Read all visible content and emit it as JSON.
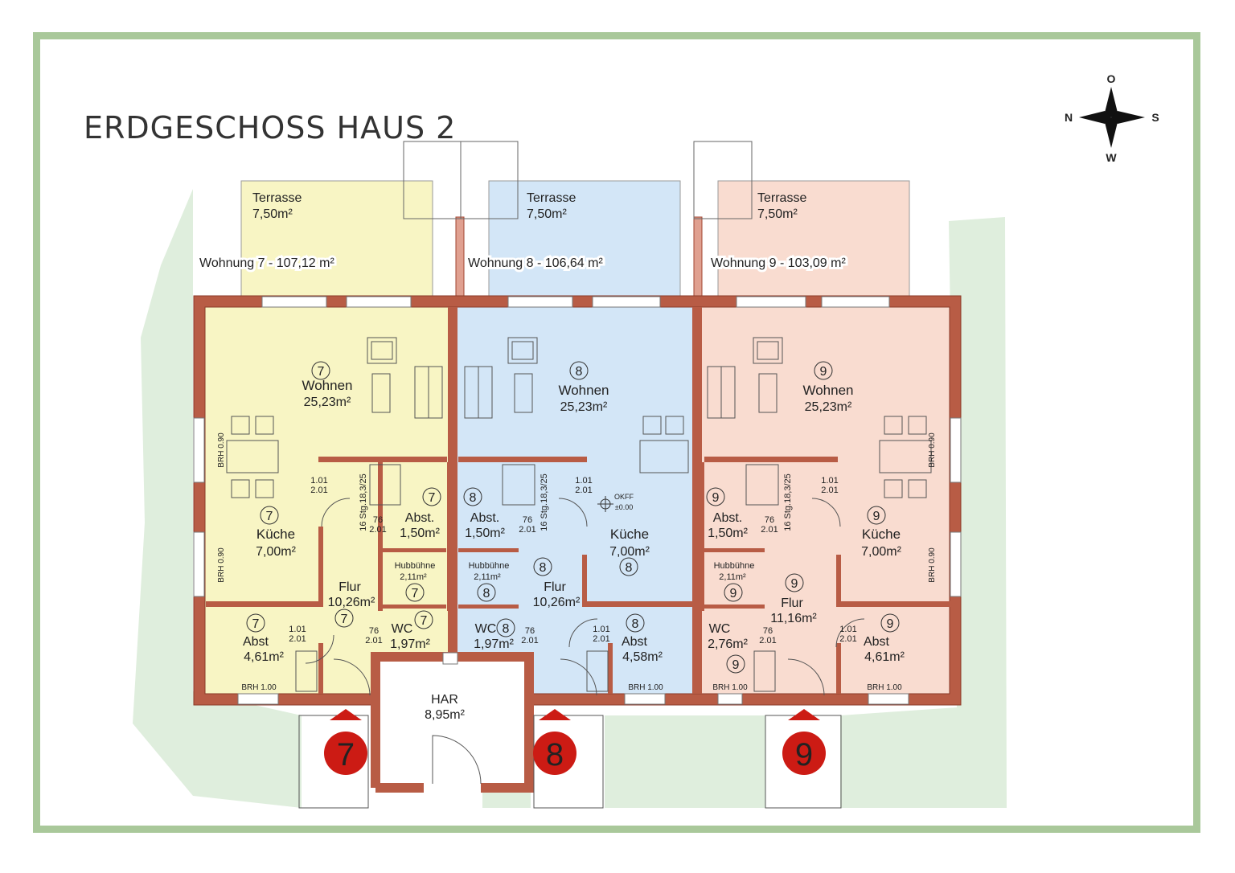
{
  "title": "ERDGESCHOSS HAUS 2",
  "compass": {
    "north": "O",
    "west": "N",
    "east": "S",
    "south": "W"
  },
  "colors": {
    "unit7": "#f8f5c4",
    "unit8": "#d3e6f7",
    "unit9": "#f9dcd0",
    "wall": "#b85c45",
    "frame": "#a9c89a",
    "garden": "#dfeedd",
    "entry_marker": "#cc1b14"
  },
  "units": [
    {
      "number": "7",
      "wohnung": "Wohnung 7 - 107,12 m²",
      "terrasse": {
        "name": "Terrasse",
        "area": "7,50m²"
      },
      "wohnen": {
        "name": "Wohnen",
        "area": "25,23m²"
      },
      "kueche": {
        "name": "Küche",
        "area": "7,00m²"
      },
      "abst_small": {
        "name": "Abst.",
        "area": "1,50m²"
      },
      "hubbuehne": {
        "name": "Hubbühne",
        "area": "2,11m²"
      },
      "flur": {
        "name": "Flur",
        "area": "10,26m²"
      },
      "wc": {
        "name": "WC",
        "area": "1,97m²"
      },
      "abst": {
        "name": "Abst",
        "area": "4,61m²"
      },
      "stairs": "16 Stg.18,3/25",
      "brh_side": [
        "BRH 0.90",
        "BRH 0.90"
      ],
      "brh_bottom": "BRH 1.00",
      "door_a": "1.01",
      "door_b": "2.01",
      "door_c": "76",
      "door_d": "2.01"
    },
    {
      "number": "8",
      "wohnung": "Wohnung 8 - 106,64 m²",
      "terrasse": {
        "name": "Terrasse",
        "area": "7,50m²"
      },
      "wohnen": {
        "name": "Wohnen",
        "area": "25,23m²"
      },
      "kueche": {
        "name": "Küche",
        "area": "7,00m²"
      },
      "abst_small": {
        "name": "Abst.",
        "area": "1,50m²"
      },
      "hubbuehne": {
        "name": "Hubbühne",
        "area": "2,11m²"
      },
      "flur": {
        "name": "Flur",
        "area": "10,26m²"
      },
      "wc": {
        "name": "WC",
        "area": "1,97m²"
      },
      "abst": {
        "name": "Abst",
        "area": "4,58m²"
      },
      "stairs": "16 Stg.18,3/25",
      "brh_bottom": "BRH 1.00",
      "okff": "OKFF",
      "okff_val": "±0.00",
      "door_a": "1.01",
      "door_b": "2.01",
      "door_c": "76",
      "door_d": "2.01"
    },
    {
      "number": "9",
      "wohnung": "Wohnung 9 - 103,09 m²",
      "terrasse": {
        "name": "Terrasse",
        "area": "7,50m²"
      },
      "wohnen": {
        "name": "Wohnen",
        "area": "25,23m²"
      },
      "kueche": {
        "name": "Küche",
        "area": "7,00m²"
      },
      "abst_small": {
        "name": "Abst.",
        "area": "1,50m²"
      },
      "hubbuehne": {
        "name": "Hubbühne",
        "area": "2,11m²"
      },
      "flur": {
        "name": "Flur",
        "area": "11,16m²"
      },
      "wc": {
        "name": "WC",
        "area": "2,76m²"
      },
      "abst": {
        "name": "Abst",
        "area": "4,61m²"
      },
      "stairs": "16 Stg.18,3/25",
      "brh_side": [
        "BRH 0.90",
        "BRH 0.90"
      ],
      "brh_bottom": [
        "BRH 1.00",
        "BRH 1.00"
      ],
      "door_a": "1.01",
      "door_b": "2.01",
      "door_c": "76",
      "door_d": "2.01"
    }
  ],
  "har": {
    "name": "HAR",
    "area": "8,95m²"
  }
}
